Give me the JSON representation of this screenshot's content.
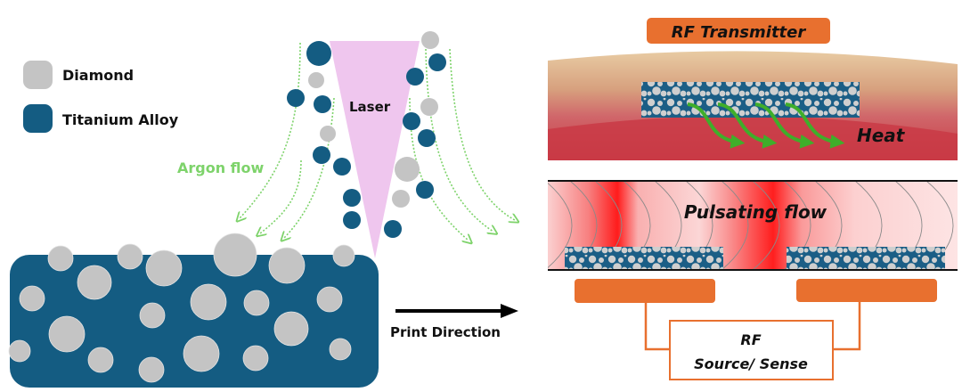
{
  "legend": {
    "items": [
      {
        "label": "Diamond",
        "color": "#c4c4c4"
      },
      {
        "label": "Titanium Alloy",
        "color": "#145c82"
      }
    ]
  },
  "labels": {
    "argon_flow": "Argon flow",
    "laser": "Laser",
    "print_direction": "Print Direction",
    "rf_transmitter": "RF Transmitter",
    "heat": "Heat",
    "pulsating_flow": "Pulsating flow",
    "rf_line1": "RF",
    "rf_line2": "Source/ Sense"
  },
  "colors": {
    "titanium": "#145c82",
    "diamond": "#c4c4c4",
    "laser": "#efc6ee",
    "argon": "#7ed36b",
    "orange": "#e8702f",
    "heat_arrow": "#3fae2a",
    "skin_top": "#d9b48c",
    "tissue": "#c9434a",
    "flow_red": "#ff2020"
  }
}
